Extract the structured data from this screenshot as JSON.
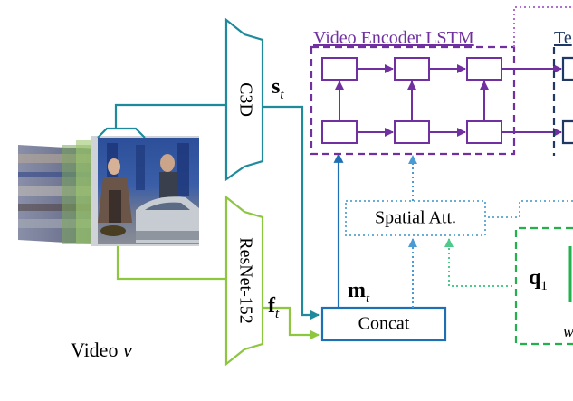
{
  "labels": {
    "c3d": "C3D",
    "resnet": "ResNet-152",
    "s_symbol": "s",
    "s_sub": "t",
    "f_symbol": "f",
    "f_sub": "t",
    "m_symbol": "m",
    "m_sub": "t",
    "video_encoder": "Video Encoder LSTM",
    "right_cut_label": "Te",
    "spatial_att": "Spatial Att.",
    "concat": "Concat",
    "q_symbol": "q",
    "q_sub": "1",
    "cut_w": "w",
    "video_caption_prefix": "Video ",
    "video_caption_var": "v"
  },
  "colors": {
    "teal": "#1e8a9b",
    "green": "#8dc63f",
    "purple": "#7030a0",
    "blue": "#1f6fb5",
    "dotted_blue": "#6aaed6",
    "arrow_blue": "#4a9bd4",
    "arrow_green": "#4ecb8c",
    "dashed_green": "#22b14c",
    "navy": "#1f3864",
    "light_purple": "#b06fd0"
  }
}
